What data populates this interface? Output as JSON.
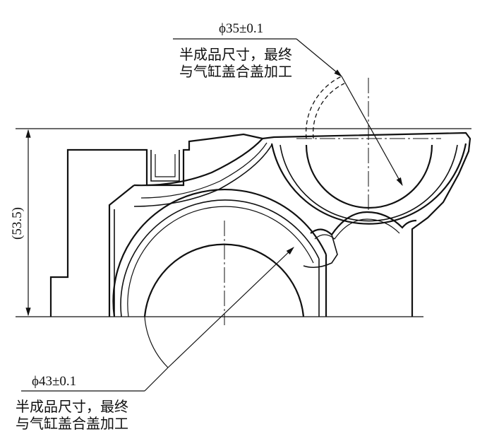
{
  "dimensions": {
    "upper_bore": "ϕ35±0.1",
    "lower_bore": "ϕ43±0.1",
    "height": "(53.5)"
  },
  "notes": {
    "upper_line1": "半成品尺寸，最终",
    "upper_line2": "与气缸盖合盖加工",
    "lower_line1": "半成品尺寸，最终",
    "lower_line2": "与气缸盖合盖加工"
  }
}
